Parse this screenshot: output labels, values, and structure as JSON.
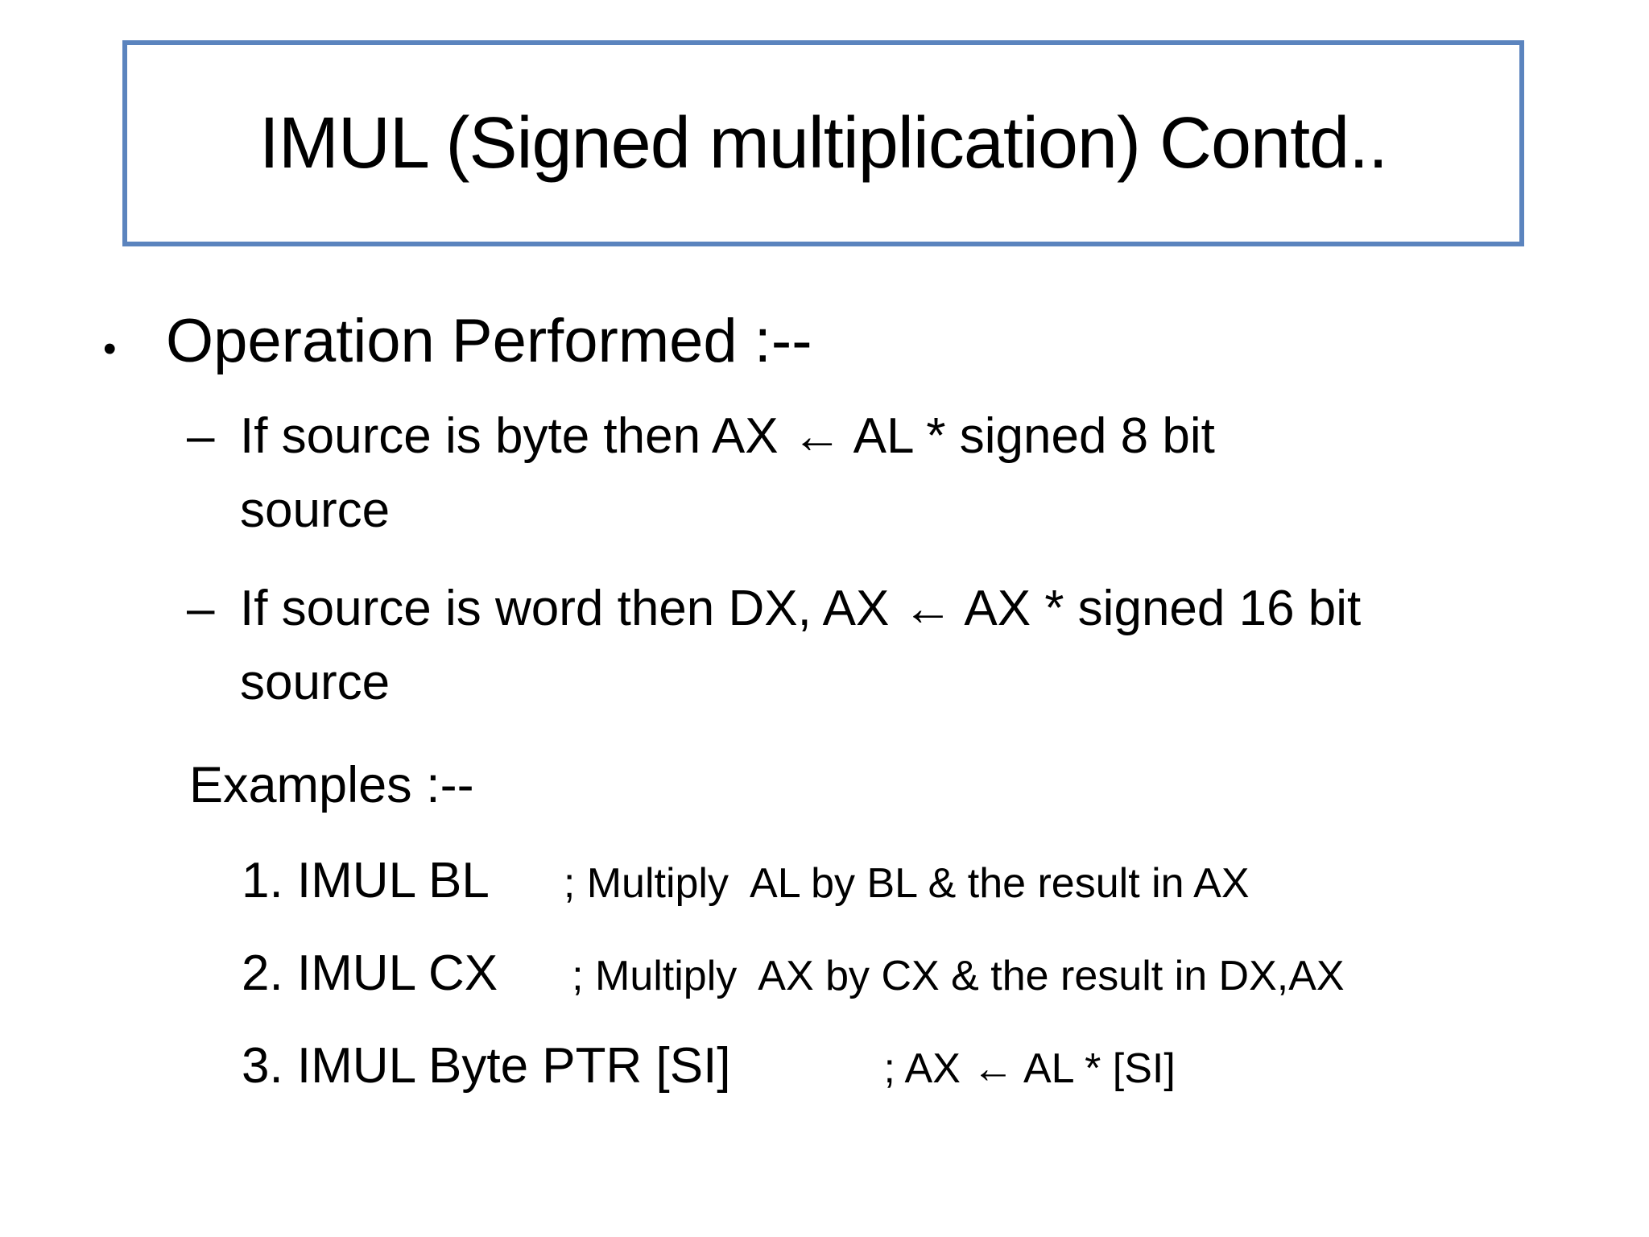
{
  "slide": {
    "accent_border_color": "#5b84be",
    "title": "IMUL (Signed multiplication) Contd..",
    "bullet_char": "•",
    "dash_char": "–",
    "operation_label": "Operation Performed :--",
    "sub_points": [
      {
        "lines": [
          "If source is byte then AX ← AL * signed 8 bit",
          "source"
        ]
      },
      {
        "lines": [
          "If source is word then DX, AX ← AX * signed 16 bit",
          "source"
        ]
      }
    ],
    "examples_label": "Examples :--",
    "examples": [
      {
        "instruction": "1. IMUL BL",
        "comment": "; Multiply  AL by BL & the result in AX"
      },
      {
        "instruction": "2. IMUL CX",
        "comment": "; Multiply  AX by CX & the result in DX,AX"
      },
      {
        "instruction": "3. IMUL Byte PTR [SI]",
        "comment": "; AX ← AL * [SI]"
      }
    ]
  }
}
